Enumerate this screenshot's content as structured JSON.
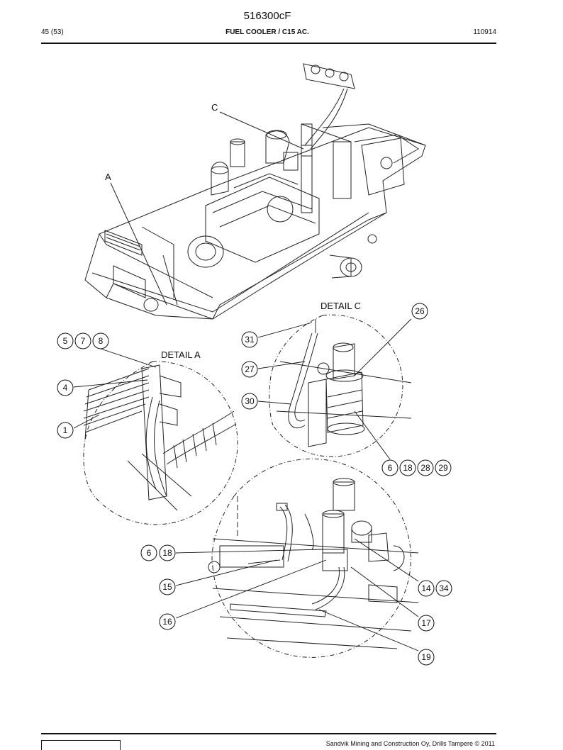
{
  "header": {
    "doc_number": "516300cF",
    "page": "45 (53)",
    "title": "FUEL COOLER / C15 AC.",
    "code": "110914"
  },
  "labels": {
    "view_a": "A",
    "view_c": "C",
    "detail_a": "DETAIL A",
    "detail_c": "DETAIL C"
  },
  "callouts": [
    "5",
    "7",
    "8",
    "4",
    "1",
    "31",
    "26",
    "27",
    "30",
    "6",
    "18",
    "28",
    "29",
    "6",
    "18",
    "15",
    "16",
    "14",
    "34",
    "17",
    "19"
  ],
  "footer": {
    "copyright": "Sandvik Mining and Construction Oy, Drills Tampere © 2011"
  }
}
